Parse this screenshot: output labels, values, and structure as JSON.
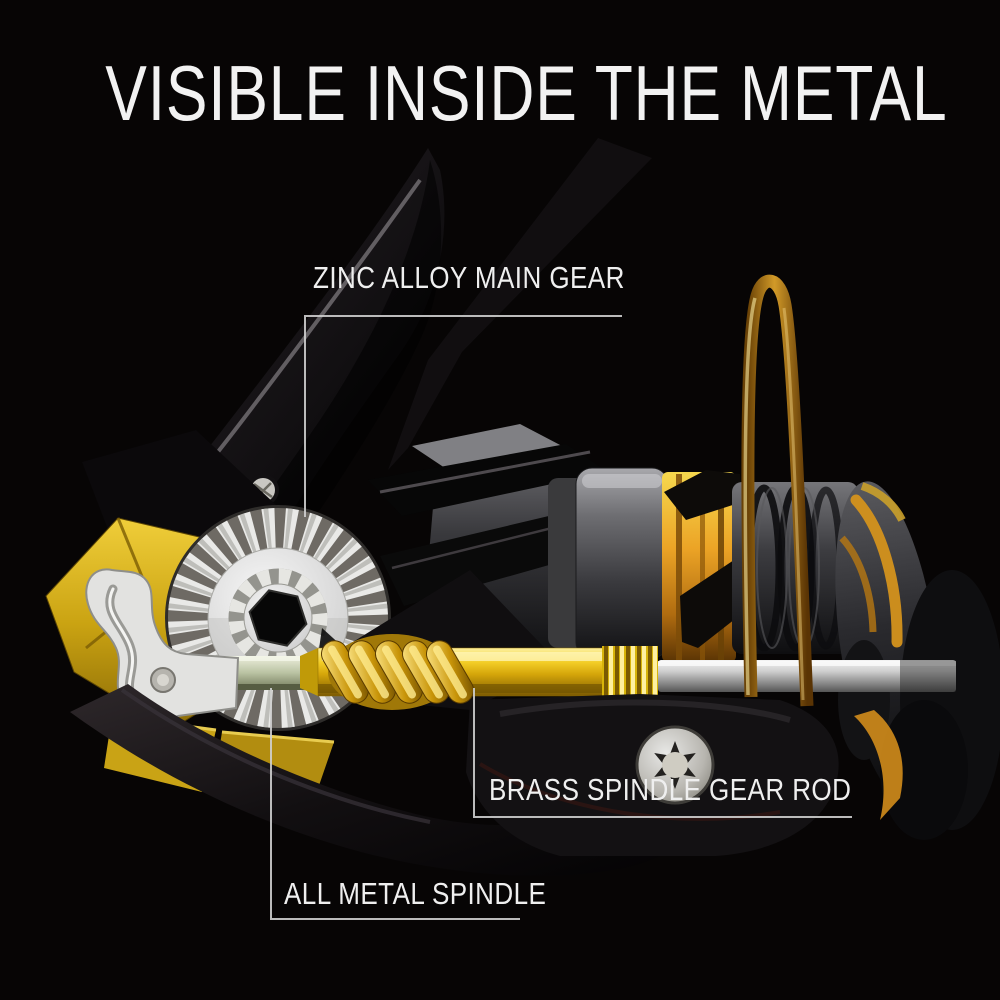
{
  "title": "VISIBLE INSIDE THE METAL",
  "callouts": [
    {
      "id": "main-gear",
      "label": "ZINC ALLOY MAIN GEAR"
    },
    {
      "id": "gear-rod",
      "label": "BRASS SPINDLE GEAR ROD"
    },
    {
      "id": "spindle",
      "label": "ALL METAL SPINDLE"
    }
  ],
  "colors": {
    "background": "#070505",
    "title_text": "#f2f2f2",
    "label_text": "#efefef",
    "callout_line": "#cfcfcf",
    "brass_gold": "#f0c419",
    "spool_orange": "#e8991c",
    "gear_silver": "#e9e9e7",
    "body_yellow": "#caa312"
  }
}
